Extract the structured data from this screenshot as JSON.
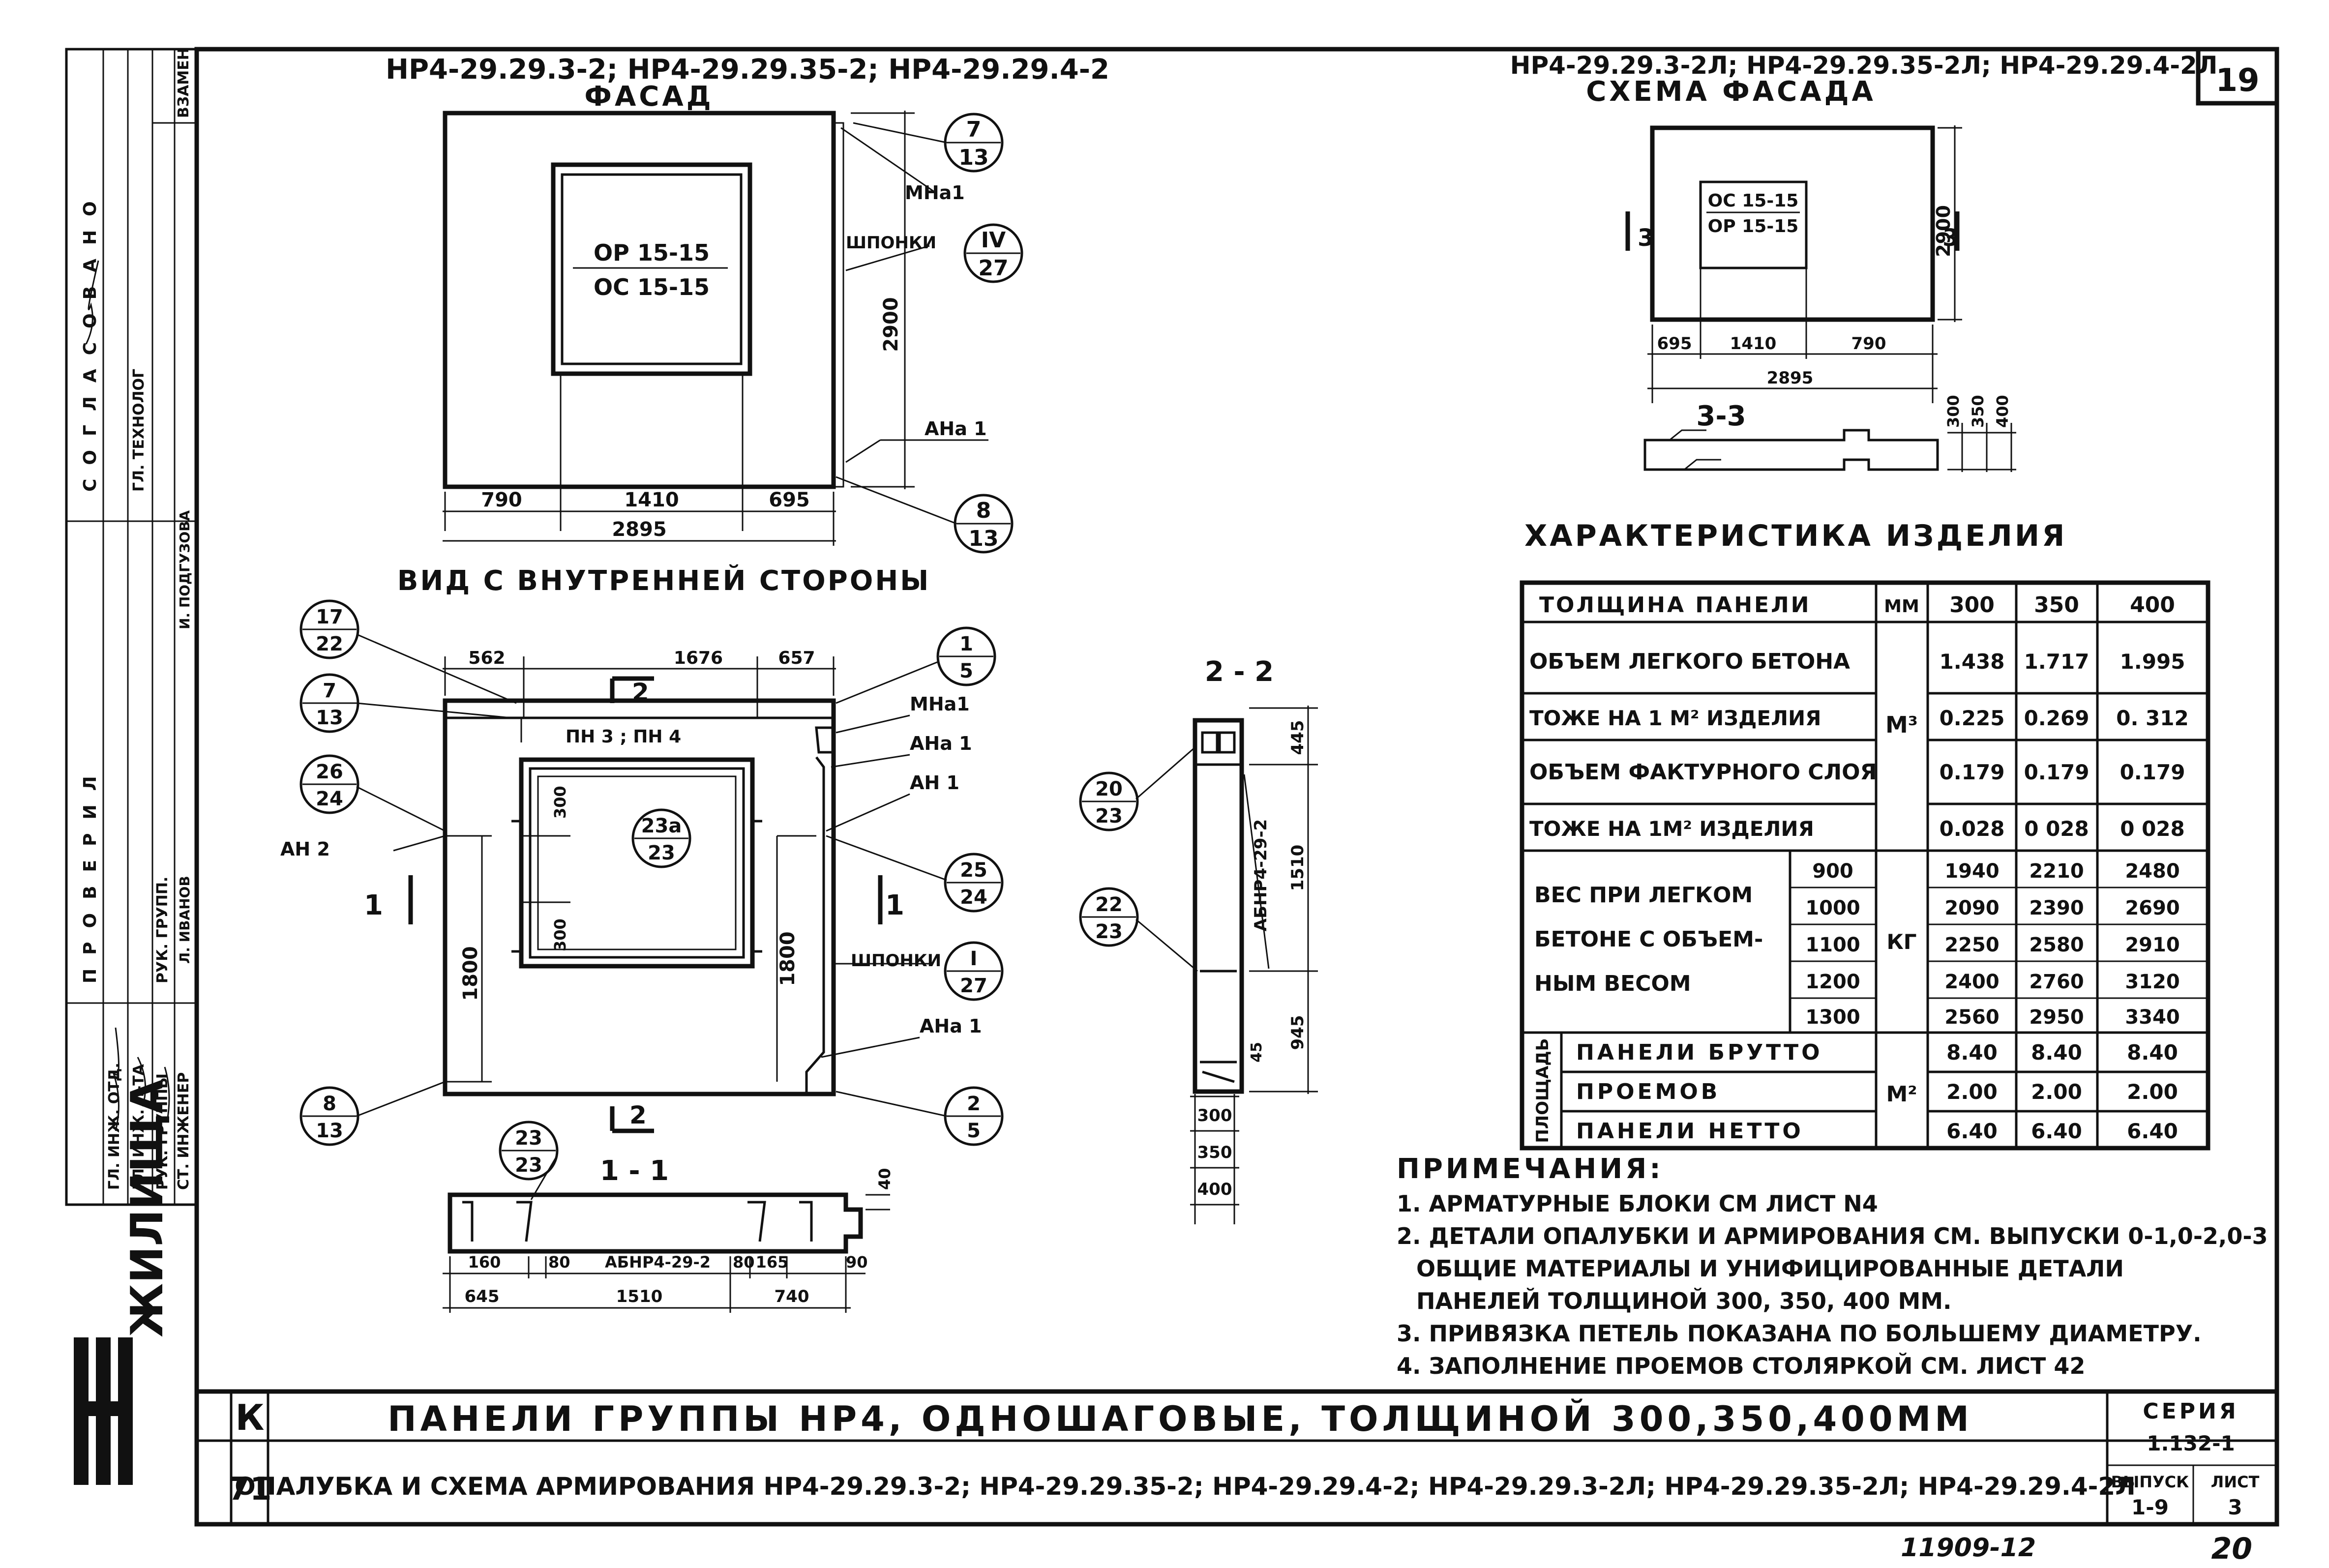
{
  "sheet_number": "19",
  "facade_view": {
    "title_marks": "НР4-29.29.3-2; НР4-29.29.35-2; НР4-29.29.4-2",
    "subtitle": "ФАСАД",
    "window_label_1": "ОР 15-15",
    "window_label_2": "ОС 15-15",
    "dim_height": "2900",
    "dim_left": "790",
    "dim_mid": "1410",
    "dim_right": "695",
    "dim_total": "2895",
    "label_mna": "МНа1",
    "label_mna_sup": "1",
    "label_shponki": "ШПОНКИ",
    "label_ana": "АНа 1",
    "callout_1_top": "7",
    "callout_1_bot": "13",
    "callout_2_top": "IV",
    "callout_2_bot": "27",
    "callout_3_top": "8",
    "callout_3_bot": "13"
  },
  "scheme_view": {
    "title_marks": "НР4-29.29.3-2Л; НР4-29.29.35-2Л; НР4-29.29.4-2Л",
    "subtitle": "СХЕМА ФАСАДА",
    "window_label_1": "ОС 15-15",
    "window_label_2": "ОР 15-15",
    "section_mark": "3",
    "dim_height": "2900",
    "dim_left": "695",
    "dim_mid": "1410",
    "dim_right": "790",
    "dim_total": "2895",
    "section_title": "3-3",
    "thk_1": "300",
    "thk_2": "350",
    "thk_3": "400"
  },
  "inner_view": {
    "title": "ВИД С ВНУТРЕННЕЙ СТОРОНЫ",
    "dim_top_left": "562",
    "dim_top_mid": "1676",
    "dim_top_right": "657",
    "dim_inner": "300",
    "dim_inner2": "300",
    "dim_left_h": "1800",
    "dim_right_h": "1800",
    "section_mark_left": "1",
    "section_mark_right": "1",
    "section_mark_top": "2",
    "section_mark_bottom": "2",
    "label_pn": "ПН 3 ; ПН 4",
    "label_mna": "МНа1",
    "label_ana1": "АНа 1",
    "label_an1": "АН 1",
    "label_an2": "АН 2",
    "label_shponki": "ШПОНКИ",
    "label_ana_bot": "АНа 1",
    "c1_top": "17",
    "c1_bot": "22",
    "c2_top": "7",
    "c2_bot": "13",
    "c3_top": "26",
    "c3_bot": "24",
    "c4_top": "8",
    "c4_bot": "13",
    "c5_top": "1",
    "c5_bot": "5",
    "c6_top": "23а",
    "c6_bot": "23",
    "c7_top": "25",
    "c7_bot": "24",
    "c8_top": "I",
    "c8_bot": "27",
    "c9_top": "2",
    "c9_bot": "5"
  },
  "section_1": {
    "title": "1 - 1",
    "label_block": "АБНР4-29-2",
    "dim_40": "40",
    "dim_160": "160",
    "dim_80a": "80",
    "dim_80b": "80",
    "dim_165": "165",
    "dim_90": "90",
    "dim_645": "645",
    "dim_1510": "1510",
    "dim_740": "740",
    "c_top": "23",
    "c_bot": "23"
  },
  "section_2": {
    "title": "2 - 2",
    "label_block": "АБНР4-29-2",
    "dim_445": "445",
    "dim_1510": "1510",
    "dim_945": "945",
    "dim_45": "45",
    "thk_1": "300",
    "thk_2": "350",
    "thk_3": "400",
    "c1_top": "20",
    "c1_bot": "23",
    "c2_top": "22",
    "c2_bot": "23"
  },
  "characteristics": {
    "title": "ХАРАКТЕРИСТИКА ИЗДЕЛИЯ",
    "head_thickness": "ТОЛЩИНА ПАНЕЛИ",
    "head_unit": "ММ",
    "head_300": "300",
    "head_350": "350",
    "head_400": "400",
    "vol_label": "ОБЪЕМ ЛЕГКОГО БЕТОНА",
    "vol_300": "1.438",
    "vol_350": "1.717",
    "vol_400": "1.995",
    "vol_m2_label": "ТОЖЕ НА 1 М² ИЗДЕЛИЯ",
    "vol_m2_300": "0.225",
    "vol_m2_350": "0.269",
    "vol_m2_400": "0. 312",
    "unit_m3": "М³",
    "fact_label": "ОБЪЕМ ФАКТУРНОГО СЛОЯ",
    "fact_300": "0.179",
    "fact_350": "0.179",
    "fact_400": "0.179",
    "fact_m2_label": "ТОЖЕ НА 1М² ИЗДЕЛИЯ",
    "fact_m2_300": "0.028",
    "fact_m2_350": "0 028",
    "fact_m2_400": "0 028",
    "weight_label_1": "ВЕС ПРИ ЛЕГКОМ",
    "weight_label_2": "БЕТОНЕ С ОБЪЕМ-",
    "weight_label_3": "НЫМ ВЕСОМ",
    "unit_kg": "КГ",
    "w900": "900",
    "w900_300": "1940",
    "w900_350": "2210",
    "w900_400": "2480",
    "w1000": "1000",
    "w1000_300": "2090",
    "w1000_350": "2390",
    "w1000_400": "2690",
    "w1100": "1100",
    "w1100_300": "2250",
    "w1100_350": "2580",
    "w1100_400": "2910",
    "w1200": "1200",
    "w1200_300": "2400",
    "w1200_350": "2760",
    "w1200_400": "3120",
    "w1300": "1300",
    "w1300_300": "2560",
    "w1300_350": "2950",
    "w1300_400": "3340",
    "area_label": "ПЛОЩАДЬ",
    "gross_label": "ПАНЕЛИ БРУТТО",
    "gross_300": "8.40",
    "gross_350": "8.40",
    "gross_400": "8.40",
    "open_label": "ПРОЕМОВ",
    "open_300": "2.00",
    "open_350": "2.00",
    "open_400": "2.00",
    "unit_m2": "М²",
    "net_label": "ПАНЕЛИ НЕТТО",
    "net_300": "6.40",
    "net_350": "6.40",
    "net_400": "6.40"
  },
  "notes": {
    "title": "ПРИМЕЧАНИЯ:",
    "n1": "1. АРМАТУРНЫЕ БЛОКИ СМ ЛИСТ N4",
    "n2": "2. ДЕТАЛИ ОПАЛУБКИ И АРМИРОВАНИЯ СМ. ВЫПУСКИ 0-1,0-2,0-3",
    "n2b": "ОБЩИЕ МАТЕРИАЛЫ И УНИФИЦИРОВАННЫЕ ДЕТАЛИ",
    "n2c": "ПАНЕЛЕЙ ТОЛЩИНОЙ 300, 350, 400 ММ.",
    "n3": "3. ПРИВЯЗКА ПЕТЕЛЬ ПОКАЗАНА ПО БОЛЬШЕМУ ДИАМЕТРУ.",
    "n4": "4. ЗАПОЛНЕНИЕ ПРОЕМОВ СТОЛЯРКОЙ СМ. ЛИСТ 42"
  },
  "title_block": {
    "letter": "К",
    "code": "71",
    "main_title": "ПАНЕЛИ ГРУППЫ НР4, ОДНОШАГОВЫЕ, ТОЛЩИНОЙ 300,350,400ММ",
    "sub_title": "ОПАЛУБКА И СХЕМА АРМИРОВАНИЯ НР4-29.29.3-2; НР4-29.29.35-2; НР4-29.29.4-2; НР4-29.29.3-2Л; НР4-29.29.35-2Л; НР4-29.29.4-2Л",
    "series_label": "СЕРИЯ",
    "series_value": "1.132-1",
    "issue_label": "ВЫПУСК",
    "issue_value": "1-9",
    "sheet_label": "ЛИСТ",
    "sheet_value": "3"
  },
  "stamp": {
    "org": "ЖИЛИЩА",
    "r1": "ГЛ. ИНЖ. ОТД.",
    "r2": "ГЛ. ИНЖ. П-ТА",
    "r3": "РУК. ГРУППЫ",
    "r4": "СТ. ИНЖЕНЕР",
    "approved": "СОГЛАСОВАНО",
    "tech": "ГЛ. ТЕХНОЛОГ",
    "checked": "ПРОВЕРИЛ",
    "group": "РУК. ГРУПП.",
    "replaced": "ВЗАМЕН",
    "sign1": "И. ПОДГУЗОВА",
    "name1": "Л. ИВАНОВ"
  },
  "bottom_number": "11909-12",
  "bottom_page": "20"
}
